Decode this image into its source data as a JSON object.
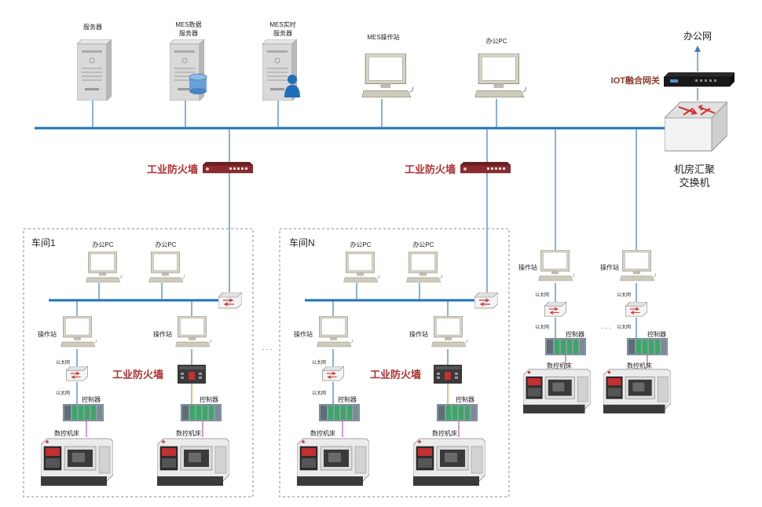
{
  "top": {
    "server_label": "服务器",
    "mes_db_label_1": "MES数据",
    "mes_db_label_2": "服务器",
    "mes_rt_label_1": "MES实时",
    "mes_rt_label_2": "服务器",
    "mes_station_label": "MES操作站",
    "office_pc_label": "办公PC",
    "office_net_label": "办公网",
    "iot_gateway_label": "IOT融合网关",
    "core_switch_label_1": "机房汇聚",
    "core_switch_label_2": "交换机"
  },
  "firewalls": {
    "label": "工业防火墙"
  },
  "workshops": [
    {
      "title": "车间1"
    },
    {
      "title": "车间N"
    }
  ],
  "labels": {
    "office_pc": "办公PC",
    "operator_station": "操作站",
    "ethernet": "以太网",
    "firewall": "工业防火墙",
    "controller": "控制器",
    "cnc": "数控机床",
    "ellipsis": "· · ·"
  },
  "colors": {
    "bus": "#1e73b8",
    "link": "#3a7ec0",
    "firewall_link": "#e08a1e",
    "controller_link": "#b05aa8",
    "firewall_text": "#b03030",
    "gateway_text": "#8b3a2a"
  }
}
